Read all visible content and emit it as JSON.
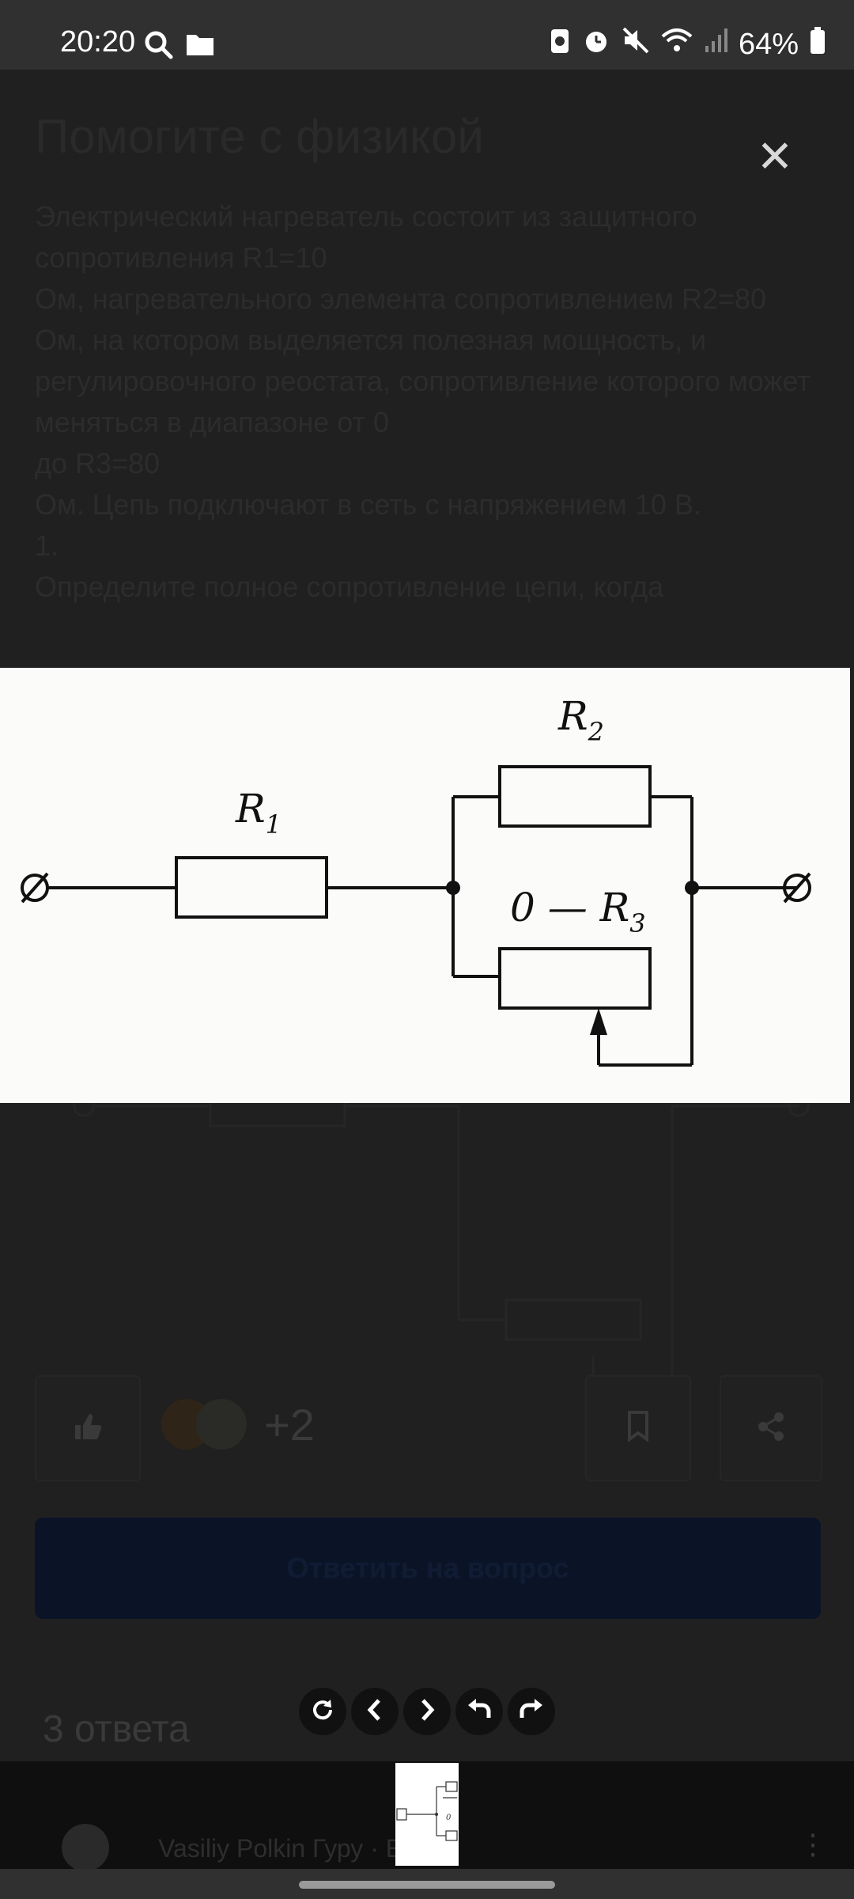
{
  "status_bar": {
    "time": "20:20",
    "battery": "64%",
    "left_icons": [
      "search-icon",
      "folder-icon"
    ],
    "right_icons": [
      "nfc-icon",
      "alarm-icon",
      "mute-icon",
      "wifi-icon",
      "signal-icon",
      "battery-icon"
    ]
  },
  "question": {
    "title": "Помогите с физикой",
    "body": "Электрический нагреватель состоит из защитного сопротивления R1=10\nОм, нагревательного элемента сопротивлением R2=80\nОм, на котором выделяется полезная мощность, и регулировочного реостата, сопротивление которого может меняться в диапазоне от 0\nдо R3=80\nОм. Цепь подключают в сеть с напряжением 10 В.\n1.\nОпределите полное сопротивление цепи, когда"
  },
  "circuit": {
    "r1_label": "R",
    "r1_sub": "1",
    "r2_label": "R",
    "r2_sub": "2",
    "r3_prefix": "0 — ",
    "r3_label": "R",
    "r3_sub": "3"
  },
  "actions": {
    "likes_more": "+2",
    "answer_button": "Ответить на вопрос"
  },
  "answers": {
    "count_label": "3 ответа",
    "first_author": "Vasiliy Polkin",
    "first_author_suffix": "Гуру · Ещё"
  },
  "viewer_controls": [
    "rotate-icon",
    "prev-icon",
    "next-icon",
    "undo-icon",
    "redo-icon"
  ],
  "colors": {
    "status_bar": "#303030",
    "overlay_bg": "#202020",
    "answer_button": "#0b1427",
    "image_bg": "#fbfbf9"
  }
}
